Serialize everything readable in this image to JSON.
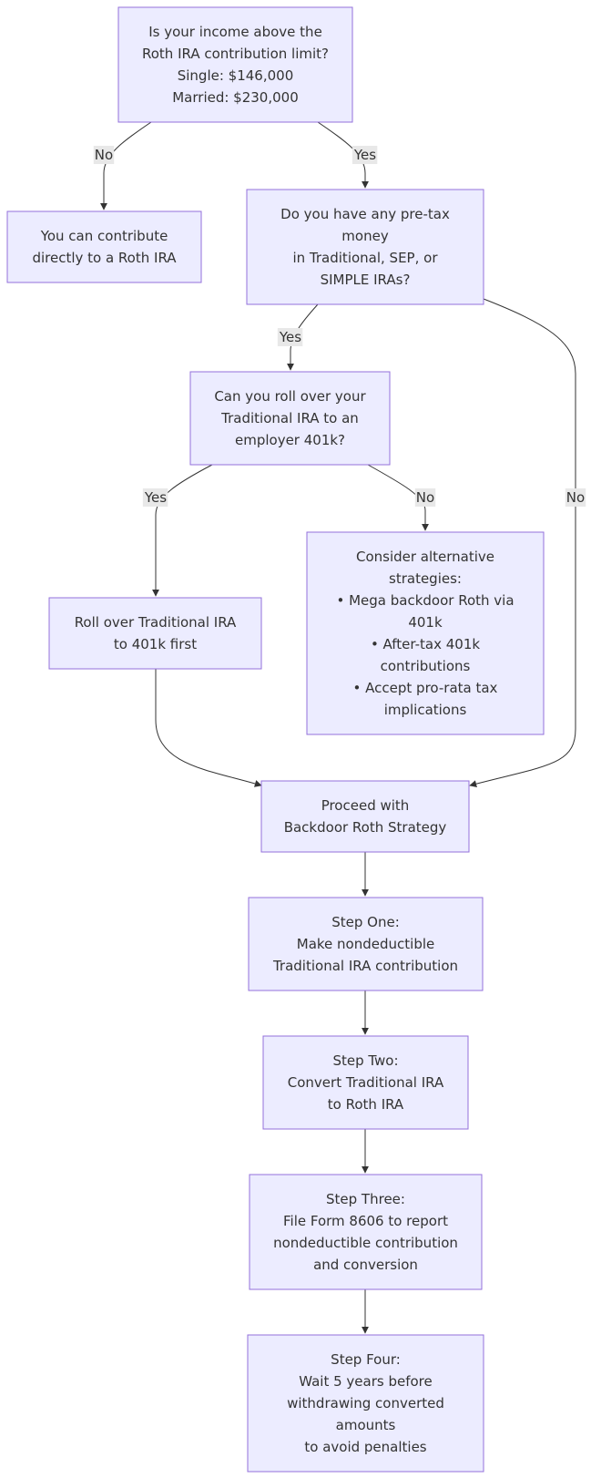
{
  "diagram": {
    "nodes": [
      {
        "id": "income",
        "lines": [
          "Is your income above the",
          "Roth IRA contribution limit?",
          "Single: $146,000",
          "Married: $230,000"
        ]
      },
      {
        "id": "direct",
        "lines": [
          "You can contribute",
          "directly to a Roth IRA"
        ]
      },
      {
        "id": "pretax",
        "lines": [
          "Do you have any pre-tax",
          "money",
          "in Traditional, SEP, or",
          "SIMPLE IRAs?"
        ]
      },
      {
        "id": "rollover-q",
        "lines": [
          "Can you roll over your",
          "Traditional IRA to an",
          "employer 401k?"
        ]
      },
      {
        "id": "rollover",
        "lines": [
          "Roll over Traditional IRA",
          "to 401k first"
        ]
      },
      {
        "id": "alternatives",
        "lines": [
          "Consider alternative",
          "strategies:",
          "• Mega backdoor Roth via",
          "401k",
          "• After-tax 401k",
          "contributions",
          "• Accept pro-rata tax",
          "implications"
        ]
      },
      {
        "id": "proceed",
        "lines": [
          "Proceed with",
          "Backdoor Roth Strategy"
        ]
      },
      {
        "id": "step-one",
        "lines": [
          "Step One:",
          "Make nondeductible",
          "Traditional IRA contribution"
        ]
      },
      {
        "id": "step-two",
        "lines": [
          "Step Two:",
          "Convert Traditional IRA",
          "to Roth IRA"
        ]
      },
      {
        "id": "step-three",
        "lines": [
          "Step Three:",
          "File Form 8606 to report",
          "nondeductible contribution",
          "and conversion"
        ]
      },
      {
        "id": "step-four",
        "lines": [
          "Step Four:",
          "Wait 5 years before",
          "withdrawing converted",
          "amounts",
          "to avoid penalties"
        ]
      }
    ],
    "edge_labels": [
      {
        "id": "income-no",
        "text": "No"
      },
      {
        "id": "income-yes",
        "text": "Yes"
      },
      {
        "id": "pretax-yes",
        "text": "Yes"
      },
      {
        "id": "rollover-yes",
        "text": "Yes"
      },
      {
        "id": "rollover-no",
        "text": "No"
      },
      {
        "id": "pretax-no",
        "text": "No"
      }
    ],
    "colors": {
      "node_fill": "#ececff",
      "node_stroke": "#9370db",
      "edge": "#333333",
      "label_bg": "#e8e8e8"
    }
  }
}
